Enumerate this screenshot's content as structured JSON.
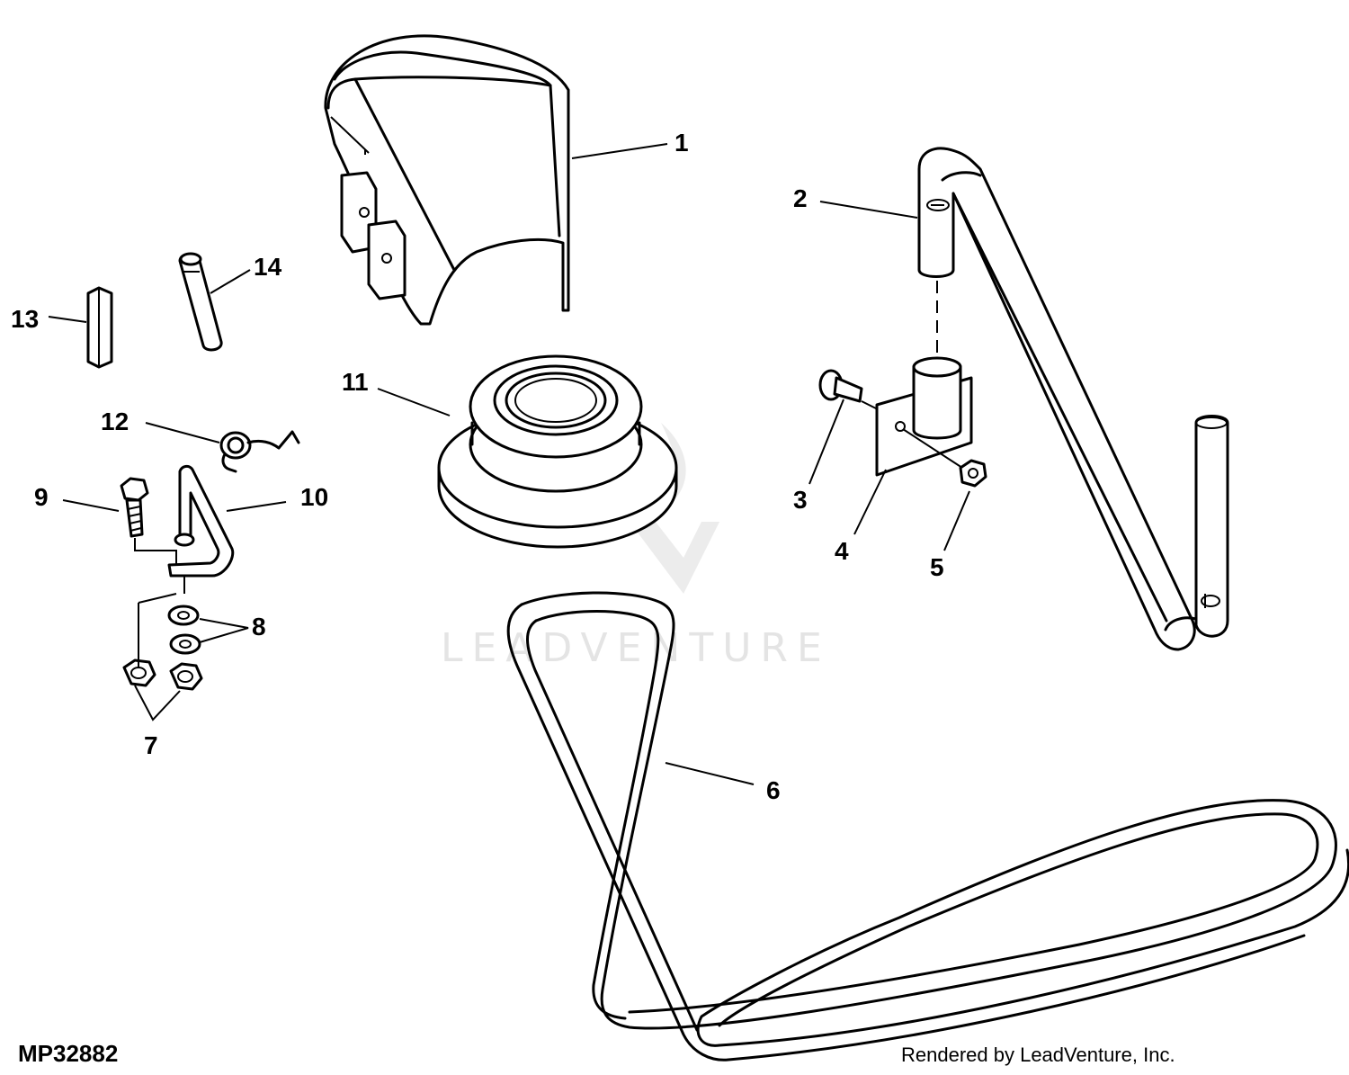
{
  "figure_id": "MP32882",
  "credit": "Rendered by LeadVenture, Inc.",
  "watermark": "LEADVENTURE",
  "callouts": {
    "c1": "1",
    "c2": "2",
    "c3": "3",
    "c4": "4",
    "c5": "5",
    "c6": "6",
    "c7": "7",
    "c8": "8",
    "c9": "9",
    "c10": "10",
    "c11": "11",
    "c12": "12",
    "c13": "13",
    "c14": "14"
  }
}
